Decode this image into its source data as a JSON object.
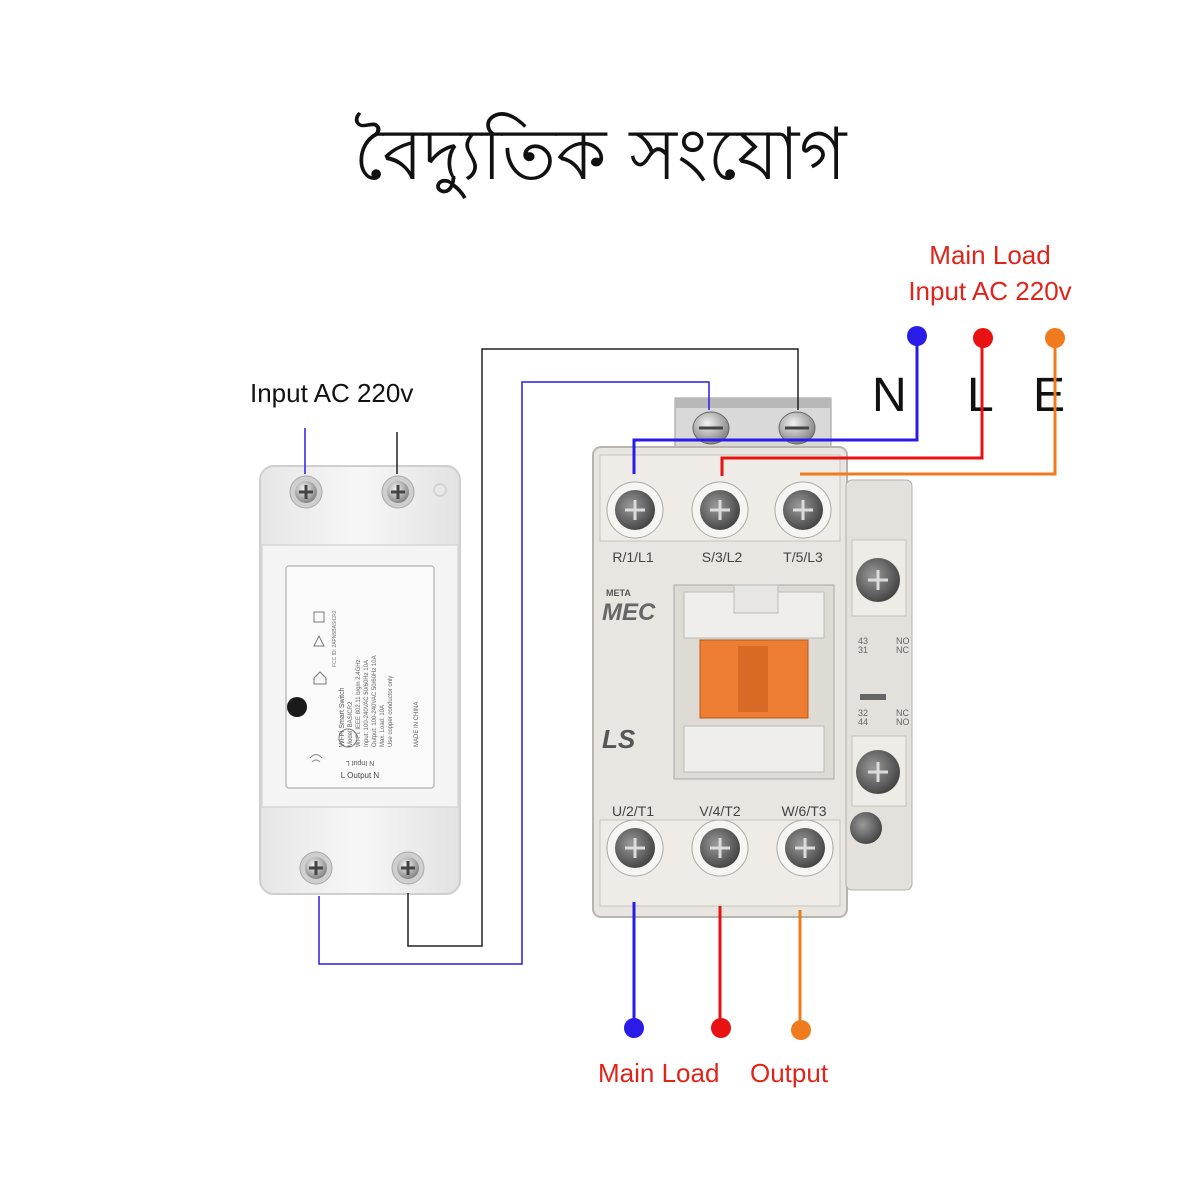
{
  "title": "বৈদ্যুতিক সংযোগ",
  "switch_module": {
    "input_label": "Input AC 220v",
    "top_mark": "N  Input  L",
    "label_lines": [
      "Wi-Fi Smart Switch",
      "Model: BASICR2",
      "Wi-Fi: IEEE 802.11 b/g/n 2.4GHz",
      "Input: 100-240VAC 50/60Hz 10A",
      "Output: 100-240VAC 50/60Hz 10A",
      "Max. Load: 10A",
      "Use copper conductor only"
    ],
    "made_in": "MADE IN CHINA",
    "fcc": "FCC ID: 2APN5BASICR2",
    "output_mark": "L  Output  N"
  },
  "contactor": {
    "brand_small": "META",
    "brand": "MEC",
    "maker": "LS",
    "top_terminals": [
      "R/1/L1",
      "S/3/L2",
      "T/5/L3"
    ],
    "bottom_terminals": [
      "U/2/T1",
      "V/4/T2",
      "W/6/T3"
    ],
    "aux_top": [
      "43",
      "NO",
      "31",
      "NC"
    ],
    "aux_bottom": [
      "32",
      "NC",
      "44",
      "NO"
    ]
  },
  "main_input": {
    "label_line1": "Main Load",
    "label_line2": "Input AC 220v",
    "phases": [
      "N",
      "L",
      "E"
    ]
  },
  "output": {
    "label_main_load": "Main Load",
    "label_output": "Output"
  },
  "colors": {
    "neutral": "#2a1ce8",
    "live": "#e81212",
    "earth": "#f07a1e",
    "control": "#222222",
    "label_red": "#e0241a"
  }
}
